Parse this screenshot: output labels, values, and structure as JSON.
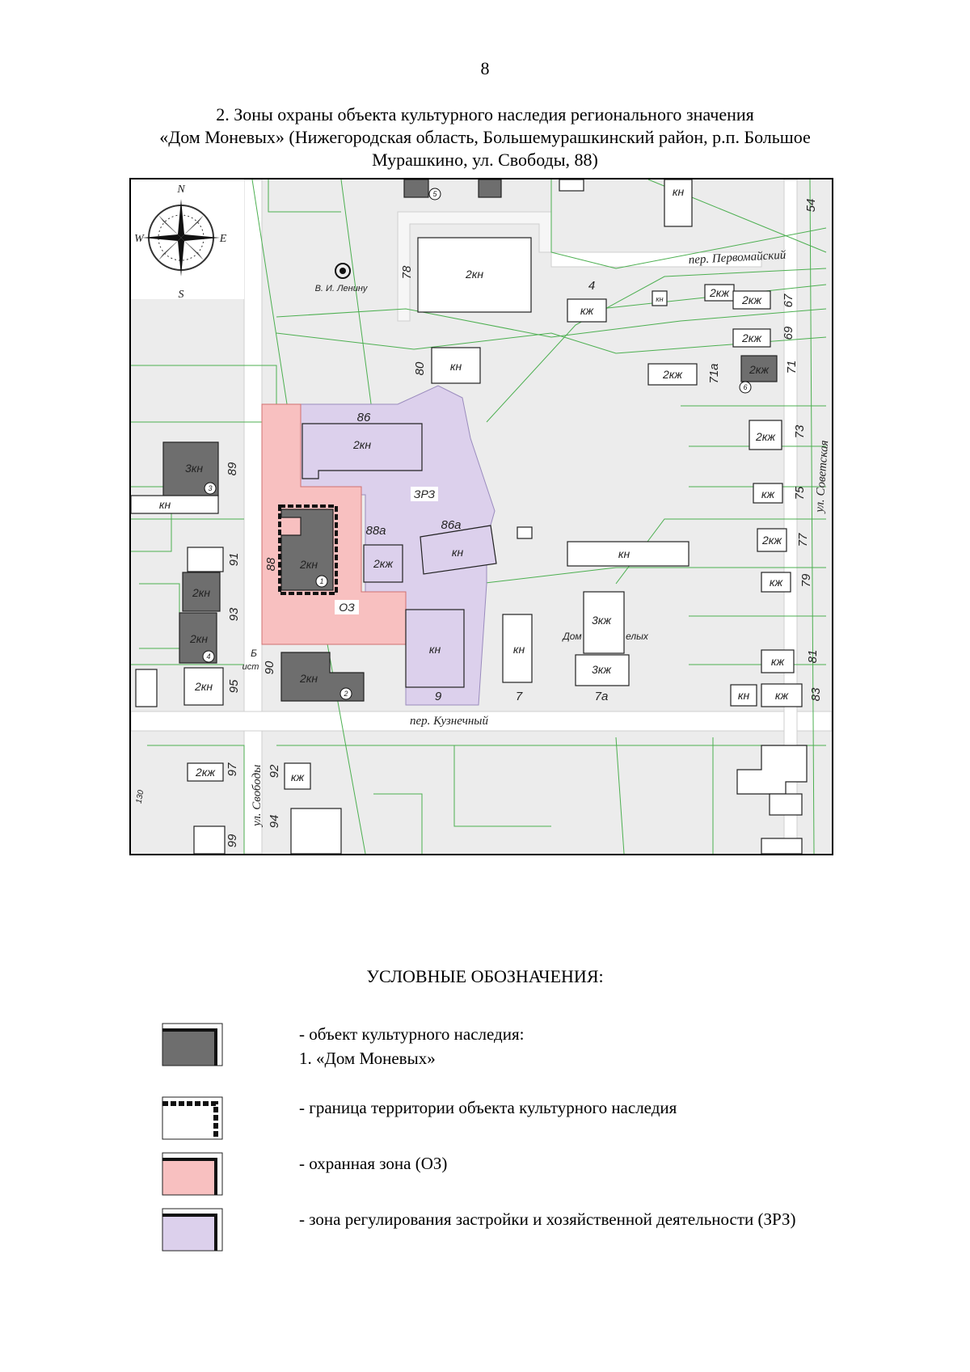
{
  "page_number": "8",
  "title": {
    "line1": "2. Зоны охраны объекта культурного наследия регионального значения",
    "line2": "«Дом Моневых» (Нижегородская область, Большемурашкинский район, р.п. Большое",
    "line3": "Мурашкино, ул. Свободы, 88)"
  },
  "map": {
    "compass": {
      "n": "N",
      "s": "S",
      "w": "W",
      "e": "E"
    },
    "monument_label": "В. И. Ленину",
    "streets": {
      "pervomaisky": "пер. Первомайский",
      "kuznechny": "пер. Кузнечный",
      "svobody": "ул. Свободы",
      "sovetskaya": "ул. Советская"
    },
    "zones": {
      "oz": "ОЗ",
      "zrz": "ЗРЗ"
    },
    "buildings": {
      "b_2kn_78": "2кн",
      "b_kn_top": "кн",
      "b_kzh_4": "кж",
      "b_kn_small": "кн",
      "b_2kzh_a": "2кж",
      "b_2kzh_b": "2кж",
      "b_2kzh_c": "2кж",
      "b_2kzh_71a": "2кж",
      "b_2kzh_71": "2кж",
      "b_kn_80": "кн",
      "b_2kn_86": "2кн",
      "b_3kn_89": "3кн",
      "b_kn_89b": "кн",
      "b_2kn_88": "2кн",
      "b_2kzh_88a": "2кж",
      "b_kn_86a": "кн",
      "b_kn_9": "кн",
      "b_kn_7": "кн",
      "b_kn_long": "кн",
      "b_3kzh_a": "3кж",
      "b_3kzh_b": "3кж",
      "b_2kn_91": "2кн",
      "b_2kn_93": "2кн",
      "b_2kn_95": "2кн",
      "b_2kn_90": "2кн",
      "b_2kzh_73": "2кж",
      "b_kzh_75": "кж",
      "b_2kzh_77": "2кж",
      "b_kzh_79": "кж",
      "b_kzh_81": "кж",
      "b_kn_83": "кн",
      "b_kzh_83": "кж",
      "b_2kzh_97": "2кж",
      "b_kzh_92": "кж",
      "b_dom": "Дом",
      "b_elyh": "елых"
    },
    "house_numbers": {
      "n54": "54",
      "n78": "78",
      "n4": "4",
      "n67": "67",
      "n69": "69",
      "n71a": "71а",
      "n71": "71",
      "n80": "80",
      "n86": "86",
      "n73": "73",
      "n89": "89",
      "n75": "75",
      "n86a": "86а",
      "n88a": "88а",
      "n77": "77",
      "n91": "91",
      "n88": "88",
      "n79": "79",
      "n93": "93",
      "n81": "81",
      "n90": "90",
      "n95": "95",
      "n9": "9",
      "n7": "7",
      "n7a": "7а",
      "n83": "83",
      "n97": "97",
      "n92": "92",
      "n94": "94",
      "n99": "99",
      "n130": "130"
    },
    "map_marks": {
      "b_prefix": "Б",
      "ist_prefix": "ист"
    },
    "markers": [
      "1",
      "2",
      "3",
      "4",
      "5",
      "6"
    ]
  },
  "legend": {
    "title": "УСЛОВНЫЕ ОБОЗНАЧЕНИЯ:",
    "items": [
      {
        "text": "- объект культурного наследия:",
        "text2": "1. «Дом Моневых»"
      },
      {
        "text": "- граница территории объекта культурного наследия"
      },
      {
        "text": "- охранная зона (ОЗ)"
      },
      {
        "text": "- зона регулирования застройки и хозяйственной деятельности (ЗРЗ)"
      }
    ]
  },
  "colors": {
    "oz_fill": "#f8c0c0",
    "zrz_fill": "#dcd0ec",
    "heritage_fill": "#6e6e6e",
    "building_outline": "#222222",
    "cadastre_lines": "#4caf50",
    "map_background": "#ececec"
  }
}
